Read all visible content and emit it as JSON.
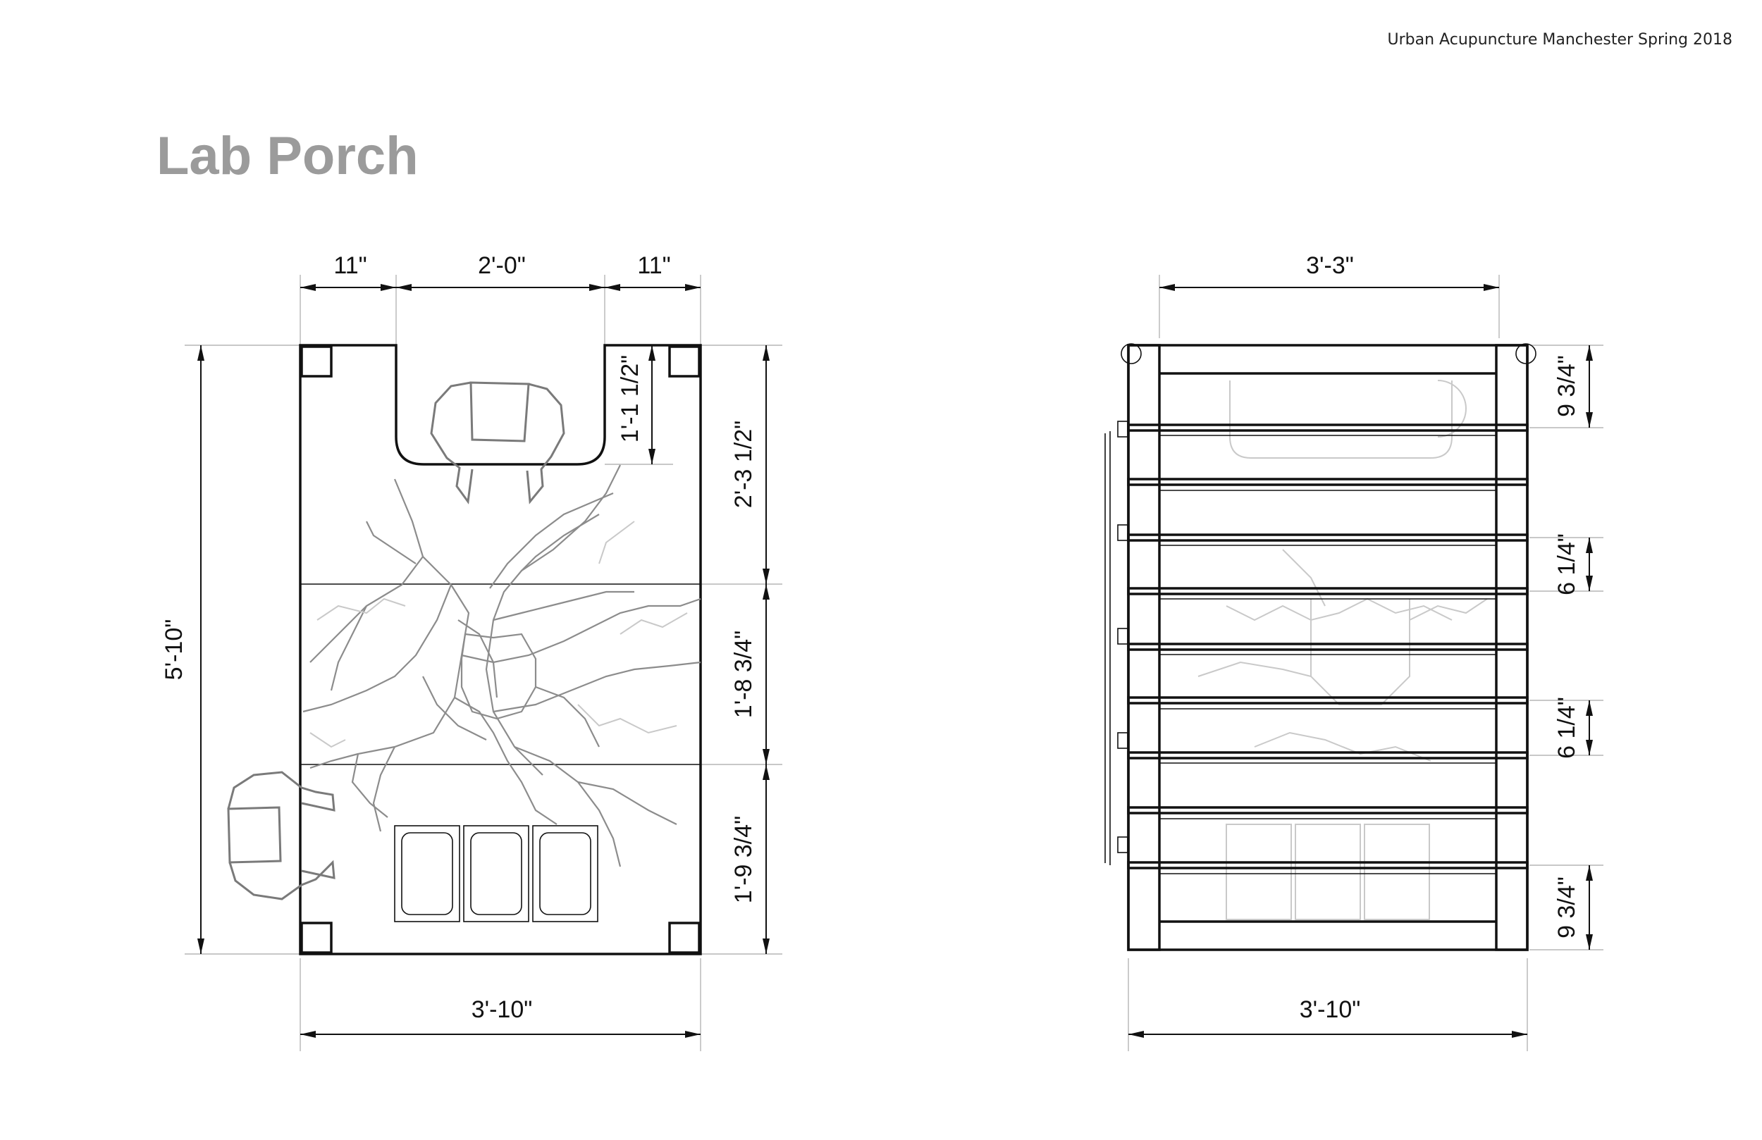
{
  "header": {
    "credit": "Urban Acupuncture Manchester Spring 2018"
  },
  "title": "Lab Porch",
  "plan_view": {
    "top_dims": [
      "11\"",
      "2'-0\"",
      "11\""
    ],
    "left_dim": "5'-10\"",
    "notch_dim": "1'-1 1/2\"",
    "right_dims": [
      "2'-3 1/2\"",
      "1'-8 3/4\"",
      "1'-9 3/4\""
    ],
    "bottom_dim": "3'-10\""
  },
  "elevation_view": {
    "top_dim": "3'-3\"",
    "right_dims": [
      "9 3/4\"",
      "6 1/4\"",
      "6 1/4\"",
      "9 3/4\""
    ],
    "bottom_dim": "3'-10\""
  }
}
